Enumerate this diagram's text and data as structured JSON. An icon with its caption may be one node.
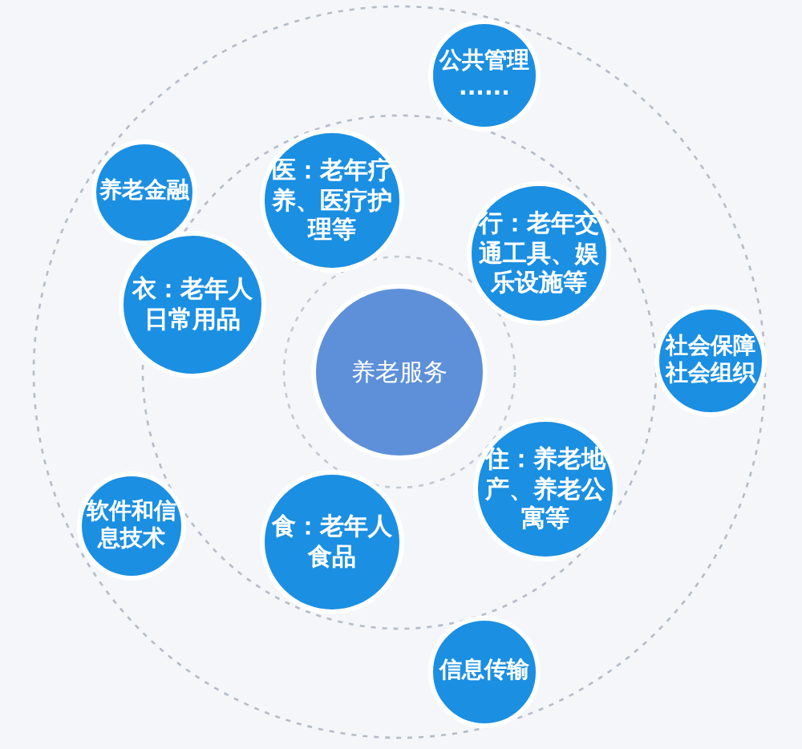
{
  "diagram": {
    "nodes": [
      {
        "text": [
          "公共管理",
          "......"
        ]
      },
      {
        "text": [
          "养老金融"
        ]
      },
      {
        "text": [
          "医：老年疗养、医疗护理等"
        ]
      },
      {
        "text": [
          "行：老年交通工具、娱乐设施等"
        ]
      },
      {
        "text": [
          "衣：老年人日常用品"
        ]
      },
      {
        "text": [
          "社会保障社会组织"
        ]
      },
      {
        "text": [
          "养老服务"
        ]
      },
      {
        "text": [
          "住：养老地产、养老公寓等"
        ]
      },
      {
        "text": [
          "软件和信息技术"
        ]
      },
      {
        "text": [
          "食：老年人食品"
        ]
      },
      {
        "text": [
          "信息传输"
        ]
      }
    ]
  }
}
